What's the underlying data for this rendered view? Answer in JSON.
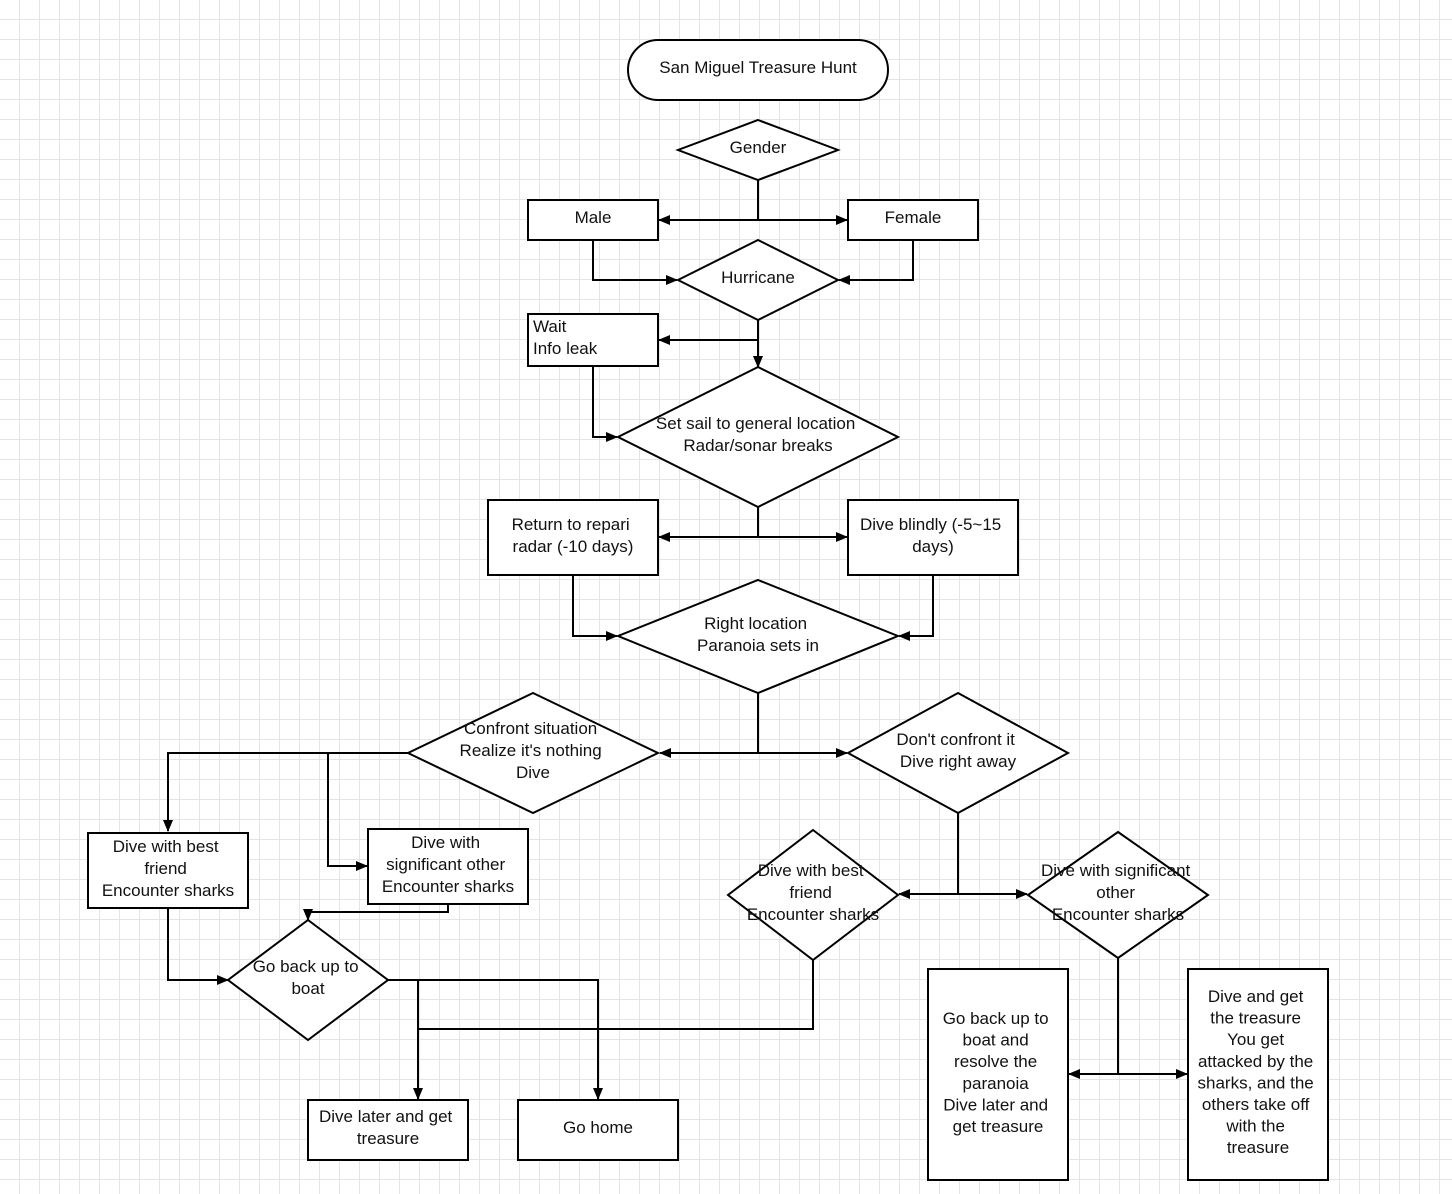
{
  "diagram": {
    "title": "San Miguel Treasure Hunt",
    "nodes": {
      "gender": [
        "Gender"
      ],
      "male": [
        "Male"
      ],
      "female": [
        "Female"
      ],
      "hurricane": [
        "Hurricane"
      ],
      "wait": [
        "Wait",
        "Info leak"
      ],
      "set_sail": [
        "Set sail to general location",
        "Radar/sonar breaks"
      ],
      "return_repair": [
        "Return to repari",
        "radar (-10 days)"
      ],
      "dive_blindly": [
        "Dive blindly (-5~15",
        "days)"
      ],
      "right_location": [
        "Right location",
        "Paranoia sets in"
      ],
      "confront": [
        "Confront situation",
        "Realize it's nothing",
        "Dive"
      ],
      "dont_confront": [
        "Don't confront it",
        "Dive right away"
      ],
      "dive_best_friend_left": [
        "Dive with best",
        "friend",
        "Encounter sharks"
      ],
      "dive_sig_other_left": [
        "Dive with",
        "significant other",
        "Encounter sharks"
      ],
      "go_back_boat": [
        "Go back up to",
        "boat"
      ],
      "dive_best_friend_right": [
        "Dive with best",
        "friend",
        "Encounter sharks"
      ],
      "dive_sig_other_right": [
        "Dive with significant",
        "other",
        "Encounter sharks"
      ],
      "dive_later": [
        "Dive later and get",
        "treasure"
      ],
      "go_home": [
        "Go home"
      ],
      "resolve_paranoia": [
        "Go back up to",
        "boat and",
        "resolve the",
        "paranoia",
        "Dive later and",
        "get treasure"
      ],
      "attacked": [
        "Dive and get",
        "the treasure",
        "You get",
        "attacked by the",
        "sharks, and the",
        "others take off",
        "with the",
        "treasure"
      ]
    }
  }
}
